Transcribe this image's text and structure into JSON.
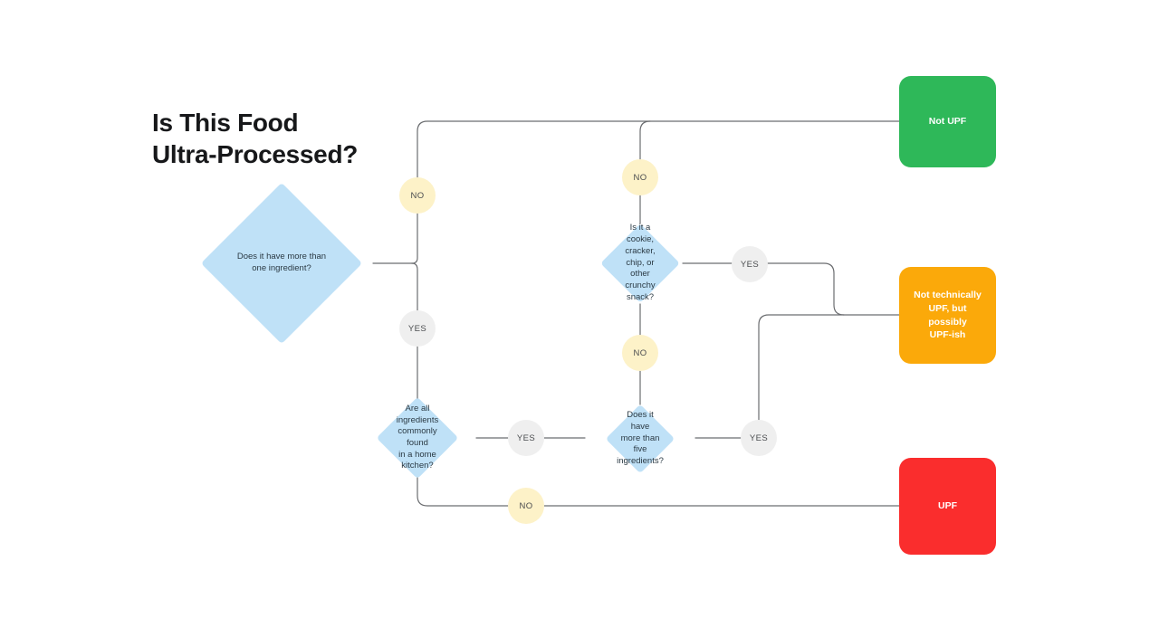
{
  "title": "Is This Food\nUltra-Processed?",
  "theme": {
    "background": "#ffffff",
    "decision_fill": "#bfe1f7",
    "decision_text": "#2b3a44",
    "badge_no_fill": "#fdf2c8",
    "badge_yes_fill": "#efefef",
    "badge_text": "#4a4c4f",
    "connector": "#6b6d70",
    "title_color": "#17181a",
    "not_upf": "#2eb859",
    "upf_ish": "#fba90a",
    "upf": "#fa2d2d"
  },
  "decisions": [
    {
      "id": "more-than-one-ingredient",
      "label": "Does it have more than\none ingredient?"
    },
    {
      "id": "crunchy-snack",
      "label": "Is it a cookie,\ncracker, chip, or\nother crunchy\nsnack?"
    },
    {
      "id": "home-kitchen-ingredients",
      "label": "Are all\ningredients\ncommonly found\nin a home\nkitchen?"
    },
    {
      "id": "more-than-five-ingredients",
      "label": "Does it have\nmore than five\ningredients?"
    }
  ],
  "badges": [
    {
      "id": "no-one-ingredient",
      "label": "NO",
      "kind": "no"
    },
    {
      "id": "yes-one-ingredient",
      "label": "YES",
      "kind": "yes"
    },
    {
      "id": "no-crunchy-snack-top",
      "label": "NO",
      "kind": "no"
    },
    {
      "id": "yes-crunchy-snack",
      "label": "YES",
      "kind": "yes"
    },
    {
      "id": "no-crunchy-snack-down",
      "label": "NO",
      "kind": "no"
    },
    {
      "id": "yes-home-kitchen",
      "label": "YES",
      "kind": "yes"
    },
    {
      "id": "yes-five-ingredients",
      "label": "YES",
      "kind": "yes"
    },
    {
      "id": "no-home-kitchen",
      "label": "NO",
      "kind": "no"
    }
  ],
  "results": [
    {
      "id": "not-upf",
      "label": "Not UPF",
      "color": "#2eb859"
    },
    {
      "id": "upf-ish",
      "label": "Not technically\nUPF, but possibly\nUPF-ish",
      "color": "#fba90a"
    },
    {
      "id": "upf",
      "label": "UPF",
      "color": "#fa2d2d"
    }
  ]
}
